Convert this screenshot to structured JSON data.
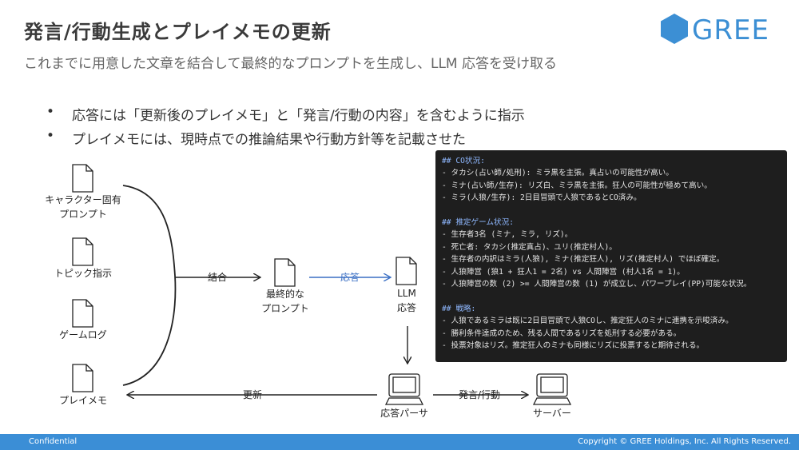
{
  "slide": {
    "title": "発言/行動生成とプレイメモの更新",
    "subtitle": "これまでに用意した文章を結合して最終的なプロンプトを生成し、LLM 応答を受け取る"
  },
  "logo": {
    "text": "GREE",
    "color": "#3c8fd4"
  },
  "bullets": [
    "応答には「更新後のプレイメモ」と「発言/行動の内容」を含むように指示",
    "プレイメモには、現時点での推論結果や行動方針等を記載させた"
  ],
  "diagram": {
    "nodes": {
      "character_prompt": [
        "キャラクター固有",
        "プロンプト"
      ],
      "topic": "トピック指示",
      "game_log": "ゲームログ",
      "play_memo": "プレイメモ",
      "final_prompt": [
        "最終的な",
        "プロンプト"
      ],
      "llm_response": [
        "LLM",
        "応答"
      ],
      "parser": "応答パーサ",
      "server": "サーバー"
    },
    "edges": {
      "combine": "結合",
      "response": "応答",
      "update": "更新",
      "speak_act": "発言/行動"
    },
    "accent": "#3a6fc4"
  },
  "code": {
    "lines": [
      {
        "text": "## CO状況:",
        "h": true
      },
      {
        "text": "- タカシ(占い師/処刑): ミラ黒を主張。真占いの可能性が高い。"
      },
      {
        "text": "- ミナ(占い師/生存): リズ白、ミラ黒を主張。狂人の可能性が極めて高い。"
      },
      {
        "text": "- ミラ(人狼/生存): 2日目冒頭で人狼であるとCO済み。"
      },
      {
        "text": ""
      },
      {
        "text": "## 推定ゲーム状況:",
        "h": true
      },
      {
        "text": "- 生存者3名 (ミナ, ミラ, リズ)。"
      },
      {
        "text": "- 死亡者: タカシ(推定真占)、ユリ(推定村人)。"
      },
      {
        "text": "- 生存者の内訳はミラ(人狼), ミナ(推定狂人), リズ(推定村人) でほぼ確定。"
      },
      {
        "text": "- 人狼陣営 (狼1 + 狂人1 = 2名) vs 人間陣営 (村人1名 = 1)。"
      },
      {
        "text": "- 人狼陣営の数 (2) >= 人間陣営の数 (1) が成立し、パワープレイ(PP)可能な状況。"
      },
      {
        "text": ""
      },
      {
        "text": "## 戦略:",
        "h": true
      },
      {
        "text": "- 人狼であるミラは既に2日目冒頭で人狼COし、推定狂人のミナに連携を示唆済み。"
      },
      {
        "text": "- 勝利条件達成のため、残る人間であるリズを処刑する必要がある。"
      },
      {
        "text": "- 投票対象はリズ。推定狂人のミナも同様にリズに投票すると期待される。"
      }
    ]
  },
  "footer": {
    "left": "Confidential",
    "right": "Copyright © GREE Holdings, Inc. All Rights Reserved.",
    "color": "#3b8ed6"
  }
}
